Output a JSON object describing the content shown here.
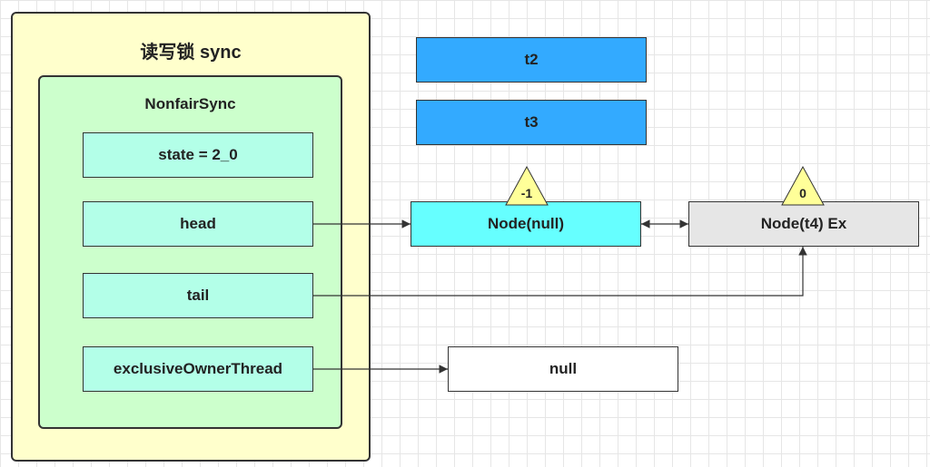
{
  "diagram": {
    "outer_title": "读写锁 sync",
    "inner_title": "NonfairSync",
    "fields": {
      "state": "state = 2_0",
      "head": "head",
      "tail": "tail",
      "owner": "exclusiveOwnerThread"
    },
    "threads": {
      "t2": "t2",
      "t3": "t3"
    },
    "nodes": {
      "null_node": "Node(null)",
      "null_node_status": "-1",
      "t4_node": "Node(t4) Ex",
      "t4_node_status": "0"
    },
    "owner_value": "null"
  }
}
